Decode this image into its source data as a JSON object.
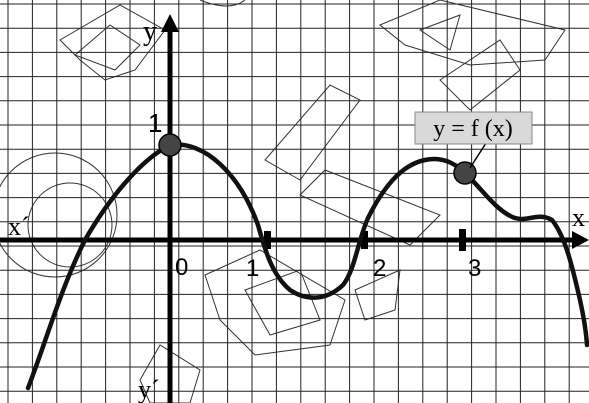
{
  "labels": {
    "y_axis_top": "y",
    "y_axis_bottom": "y´",
    "x_axis_left": "x´",
    "x_axis_right": "x",
    "origin": "0",
    "tick_1": "1",
    "tick_2": "2",
    "tick_3": "3",
    "y_tick_1": "1",
    "function_label": "y = f (x)"
  },
  "colors": {
    "curve": "#111111",
    "grid": "#222222",
    "label_box": "#d9d9d9",
    "point": "#444444"
  }
}
